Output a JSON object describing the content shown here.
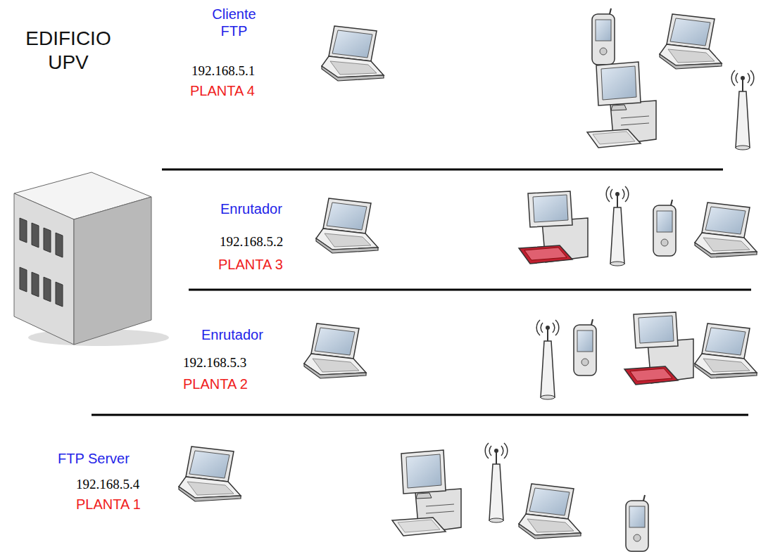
{
  "diagram": {
    "title": "EDIFICIO UPV",
    "labels": [
      "Cliente FTP",
      "192.168.5.1",
      "PLANTA 4",
      "Enrutador",
      "192.168.5.2",
      "PLANTA 3",
      "Enrutador",
      "192.168.5.3",
      "PLANTA 2",
      "FTP Server",
      "192.168.5.4",
      "PLANTA 1"
    ]
  }
}
